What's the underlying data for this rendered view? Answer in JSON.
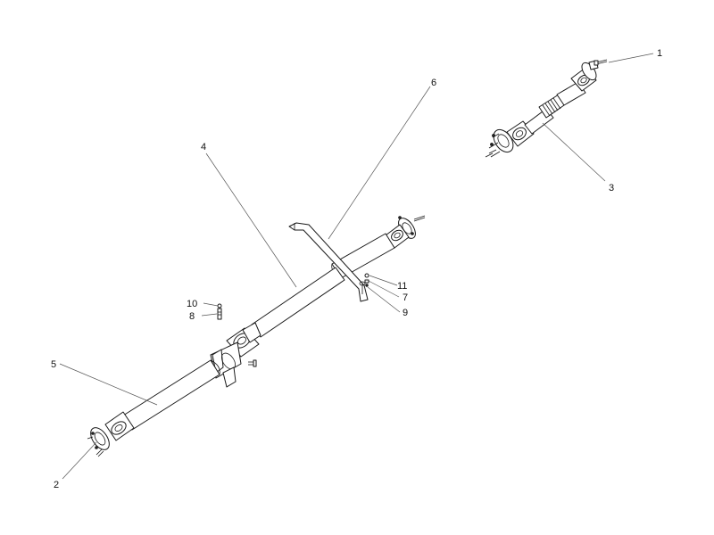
{
  "diagram": {
    "callouts": [
      {
        "id": "c1",
        "label": "1"
      },
      {
        "id": "c2",
        "label": "2"
      },
      {
        "id": "c3",
        "label": "3"
      },
      {
        "id": "c4",
        "label": "4"
      },
      {
        "id": "c5",
        "label": "5"
      },
      {
        "id": "c6",
        "label": "6"
      },
      {
        "id": "c7",
        "label": "7"
      },
      {
        "id": "c8",
        "label": "8"
      },
      {
        "id": "c9",
        "label": "9"
      },
      {
        "id": "c10",
        "label": "10"
      },
      {
        "id": "c11",
        "label": "11"
      }
    ]
  },
  "colors": {
    "line": "#1a1a1a",
    "leader": "#555555",
    "background": "#ffffff"
  }
}
